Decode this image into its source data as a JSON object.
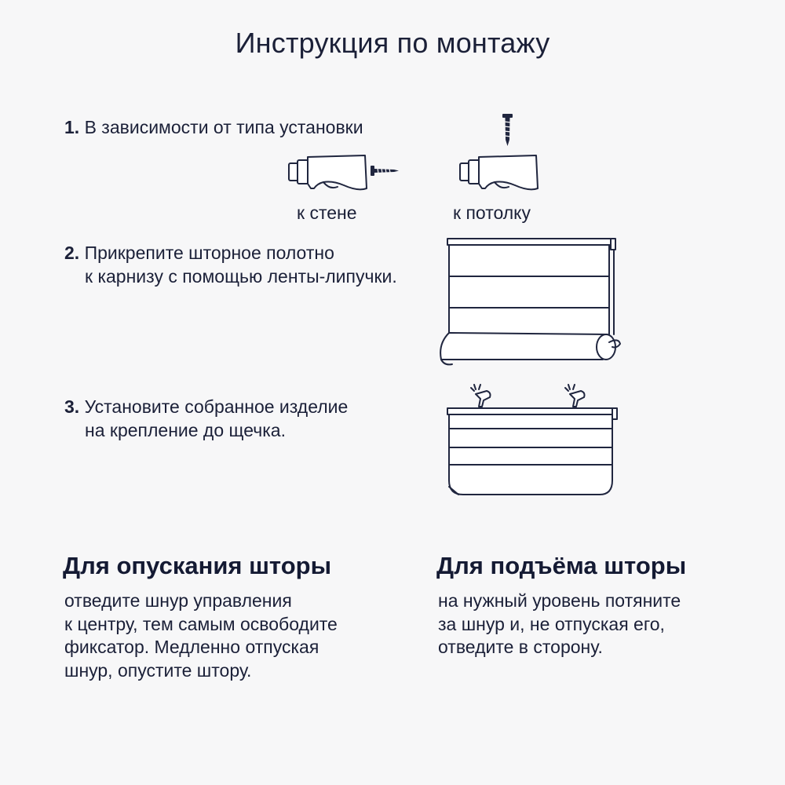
{
  "title": "Инструкция по монтажу",
  "steps": [
    {
      "num": "1.",
      "lines": [
        "В зависимости от типа установки"
      ]
    },
    {
      "num": "2.",
      "lines": [
        "Прикрепите шторное полотно",
        "к карнизу с помощью ленты-липучки."
      ]
    },
    {
      "num": "3.",
      "lines": [
        "Установите собранное изделие",
        "на крепление до щечка."
      ]
    }
  ],
  "mount_options": [
    {
      "label": "к стене",
      "icon": "wall-bracket-icon"
    },
    {
      "label": "к потолку",
      "icon": "ceiling-bracket-icon"
    }
  ],
  "illustrations": [
    "roman-blind-icon",
    "blind-on-clips-icon"
  ],
  "lowering": {
    "heading": "Для опускания шторы",
    "lines": [
      "отведите шнур управления",
      "к центру, тем самым освободите",
      "фиксатор. Медленно отпуская",
      "шнур, опустите штору."
    ]
  },
  "raising": {
    "heading": "Для подъёма шторы",
    "lines": [
      "на нужный уровень потяните",
      "за шнур и, не отпуская его,",
      "отведите в сторону."
    ]
  },
  "colors": {
    "text": "#1b2038",
    "background": "#f7f7f8"
  }
}
